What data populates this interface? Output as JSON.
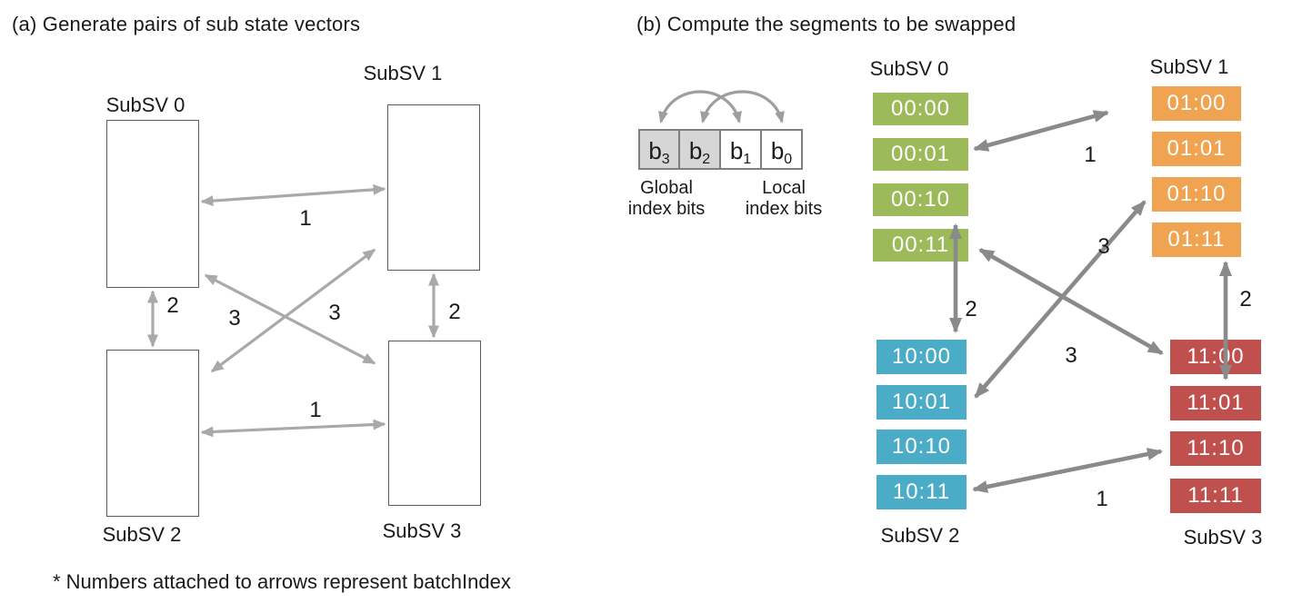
{
  "panel_a": {
    "title": "(a) Generate pairs of sub state vectors",
    "boxes": [
      {
        "label": "SubSV 0"
      },
      {
        "label": "SubSV 1"
      },
      {
        "label": "SubSV 2"
      },
      {
        "label": "SubSV 3"
      }
    ],
    "arrows": {
      "batch1_top": "1",
      "batch2_left": "2",
      "batch2_right": "2",
      "batch3_left": "3",
      "batch3_right": "3",
      "batch1_bottom": "1"
    }
  },
  "panel_b": {
    "title": "(b) Compute the segments to be swapped",
    "bit_diagram": {
      "cells": [
        {
          "base": "b",
          "subscript": "3",
          "shaded": true
        },
        {
          "base": "b",
          "subscript": "2",
          "shaded": true
        },
        {
          "base": "b",
          "subscript": "1",
          "shaded": false
        },
        {
          "base": "b",
          "subscript": "0",
          "shaded": false
        }
      ],
      "global_label_line1": "Global",
      "global_label_line2": "index bits",
      "local_label_line1": "Local",
      "local_label_line2": "index bits"
    },
    "columns": [
      {
        "label": "SubSV 0",
        "color": "#9cba59",
        "segments": [
          "00:00",
          "00:01",
          "00:10",
          "00:11"
        ]
      },
      {
        "label": "SubSV 1",
        "color": "#f0a351",
        "segments": [
          "01:00",
          "01:01",
          "01:10",
          "01:11"
        ]
      },
      {
        "label": "SubSV 2",
        "color": "#4aacc6",
        "segments": [
          "10:00",
          "10:01",
          "10:10",
          "10:11"
        ]
      },
      {
        "label": "SubSV 3",
        "color": "#c0504d",
        "segments": [
          "11:00",
          "11:01",
          "11:10",
          "11:11"
        ]
      }
    ],
    "arrows": {
      "batch1_top": "1",
      "batch2_left": "2",
      "batch2_right": "2",
      "batch3_upper": "3",
      "batch3_lower": "3",
      "batch1_bottom": "1"
    }
  },
  "footnote": "* Numbers attached to arrows represent batchIndex",
  "colors": {
    "panel_a_arrow": "#a9a9a9",
    "panel_b_arrow": "#8a8a8a",
    "arc_arrow": "#9e9e9e",
    "bit_cell_shade": "#d6d6d6",
    "box_border": "#5a5a5a",
    "text": "#1a1a1a"
  }
}
